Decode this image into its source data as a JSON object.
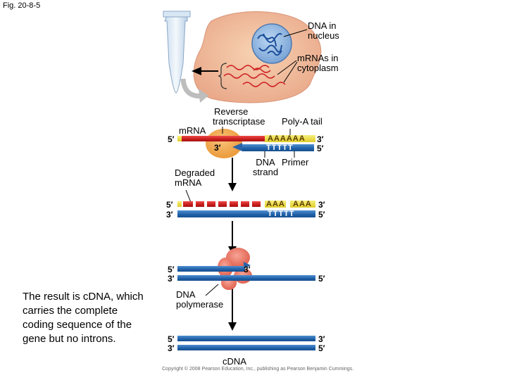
{
  "figure_label": "Fig. 20-8-5",
  "labels": {
    "dna_nucleus": [
      "DNA in",
      "nucleus"
    ],
    "mrnas_cytoplasm": [
      "mRNAs in",
      "cytoplasm"
    ],
    "reverse_transcriptase": [
      "Reverse",
      "transcriptase"
    ],
    "poly_a_tail": "Poly-A tail",
    "mrna": "mRNA",
    "dna_strand": [
      "DNA",
      "strand"
    ],
    "primer": "Primer",
    "degraded_mrna": [
      "Degraded",
      "mRNA"
    ],
    "dna_polymerase": [
      "DNA",
      "polymerase"
    ],
    "cdna": "cDNA"
  },
  "ends": {
    "five": "5′",
    "three": "3′"
  },
  "sequences": {
    "poly_a_full": "AAAAAA",
    "poly_t": "TTTTT",
    "poly_a_split_1": "AAA",
    "poly_a_split_2": "AAA"
  },
  "note": "The result is cDNA, which carries the complete coding sequence of the gene but no introns.",
  "copyright": "Copyright © 2008 Pearson Education, Inc., publishing as Pearson Benjamin Cummings."
}
